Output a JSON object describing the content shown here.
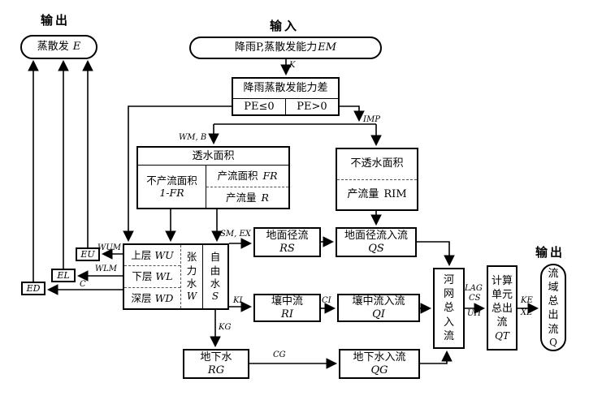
{
  "headings": {
    "output_left": "输出",
    "input_top": "输入",
    "output_right": "输出"
  },
  "nodes": {
    "evap": {
      "name": "蒸散发",
      "var": "E"
    },
    "input": {
      "name": "降雨P,蒸散发能力",
      "var": "EM"
    },
    "pe_diff": {
      "title": "降雨蒸散发能力差",
      "left": "PE≤0",
      "right": "PE>0"
    },
    "pervious": {
      "title": "透水面积",
      "no_runoff_name": "不产流面积",
      "no_runoff_var": "1-FR",
      "runoff_area_name": "产流面积",
      "runoff_area_var": "FR",
      "runoff_name": "产流量",
      "runoff_var": "R"
    },
    "impervious": {
      "name": "不透水面积",
      "runoff_name": "产流量",
      "runoff_var": "RIM"
    },
    "soil": {
      "upper_name": "上层",
      "upper_var": "WU",
      "lower_name": "下层",
      "lower_var": "WL",
      "deep_name": "深层",
      "deep_var": "WD",
      "tension_name": "张力水",
      "tension_var": "W",
      "free_name": "自由水",
      "free_var": "S"
    },
    "eu": "EU",
    "el": "EL",
    "ed": "ED",
    "rs": {
      "name": "地面径流",
      "var": "RS"
    },
    "qs": {
      "name": "地面径流入流",
      "var": "QS"
    },
    "ri": {
      "name": "壤中流",
      "var": "RI"
    },
    "qi": {
      "name": "壤中流入流",
      "var": "QI"
    },
    "rg": {
      "name": "地下水",
      "var": "RG"
    },
    "qg": {
      "name": "地下水入流",
      "var": "QG"
    },
    "river": "河网总入流",
    "unit_out": {
      "name": "计算单元总出流",
      "var": "QT"
    },
    "basin_out": {
      "name": "流域总出流",
      "var": "Q"
    }
  },
  "edge_labels": {
    "k": "K",
    "imp": "IMP",
    "wmb": "WM, B",
    "smex": "SM, EX",
    "wum": "WUM",
    "wlm": "WLM",
    "c": "C",
    "ki": "KI",
    "kg": "KG",
    "ci": "CI",
    "cg": "CG",
    "lag": "LAG",
    "cs": "CS",
    "uh": "UH",
    "ke": "KE",
    "xe": "XE"
  }
}
